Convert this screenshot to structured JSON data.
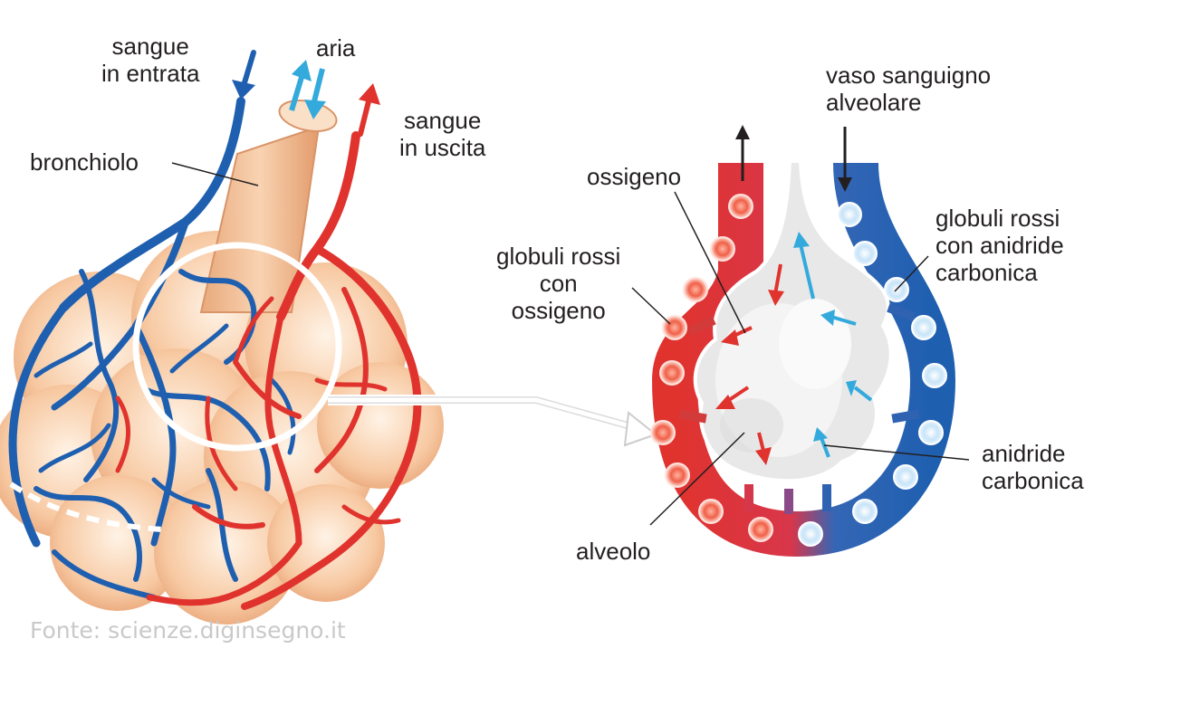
{
  "labels": {
    "sangue_entrata": "sangue\nin entrata",
    "aria": "aria",
    "sangue_uscita": "sangue\nin uscita",
    "bronchiolo": "bronchiolo",
    "vaso": "vaso sanguigno\nalveolare",
    "ossigeno": "ossigeno",
    "globuli_ossigeno": "globuli rossi\ncon\nossigeno",
    "globuli_anidride": "globuli rossi\ncon anidride\ncarbonica",
    "anidride": "anidride\ncarbonica",
    "alveolo": "alveolo"
  },
  "credit": "Fonte: scienze.diginsegno.it",
  "colors": {
    "red_vessel": "#e0332e",
    "blue_vessel": "#1f5fb0",
    "air_arrow": "#34aadc",
    "bronchiole": "#f6c7a1",
    "alveolus": "#e6e6e6"
  }
}
